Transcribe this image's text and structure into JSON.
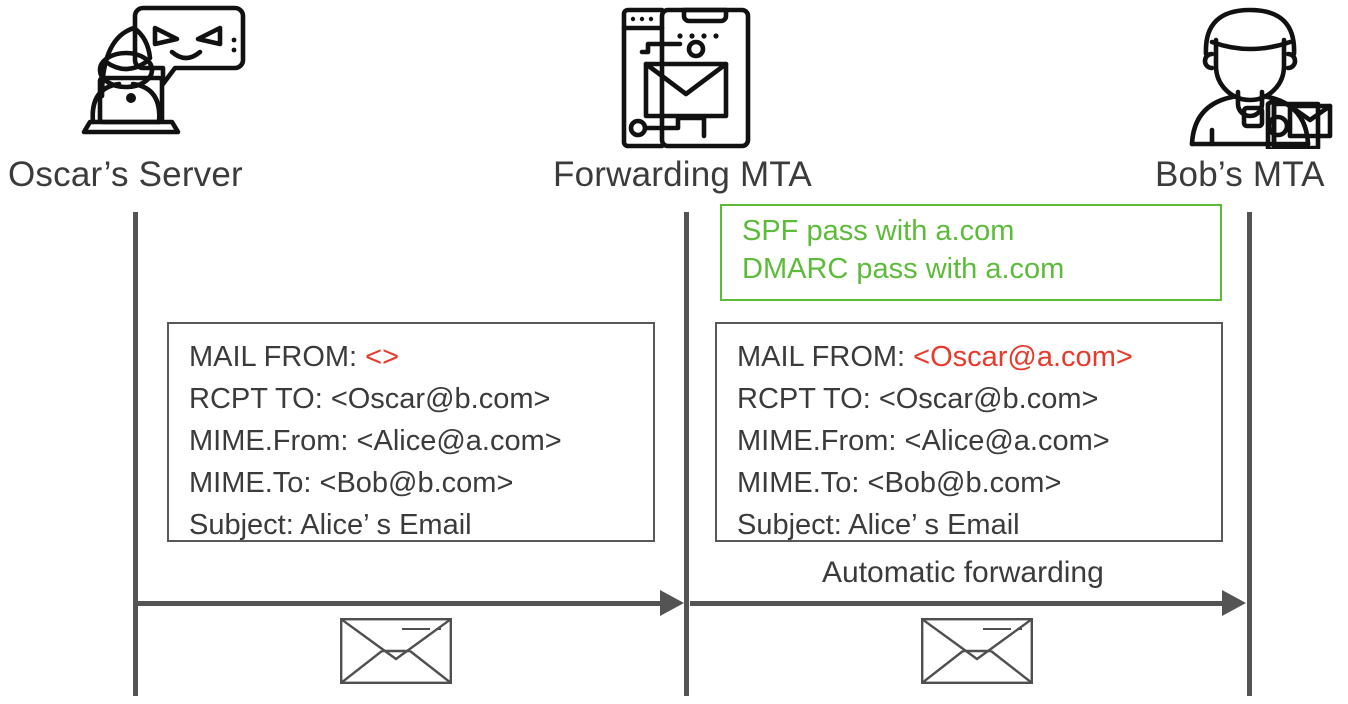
{
  "diagram": {
    "title_hidden": "",
    "colors": {
      "text": "#3b3b3b",
      "line": "#545454",
      "accent_red": "#e8392b",
      "accent_green": "#5cbc3a",
      "background": "#ffffff"
    }
  },
  "actors": [
    {
      "id": "oscar",
      "label": "Oscar’s Server",
      "icon": "hacker-with-laptop-icon"
    },
    {
      "id": "forwarder",
      "label": "Forwarding MTA",
      "icon": "server-envelope-icon"
    },
    {
      "id": "bob",
      "label": "Bob’s MTA",
      "icon": "person-with-mail-icon"
    }
  ],
  "messages": [
    {
      "id": "left-message",
      "lines": [
        {
          "label": "MAIL FROM: ",
          "value": "<>",
          "highlight": true
        },
        {
          "label": "RCPT TO: <Oscar@b.com>",
          "value": "",
          "highlight": false
        },
        {
          "label": "MIME.From: <Alice@a.com>",
          "value": "",
          "highlight": false
        },
        {
          "label": "MIME.To: <Bob@b.com>",
          "value": "",
          "highlight": false
        },
        {
          "label": "Subject: Alice’ s Email",
          "value": "",
          "highlight": false
        }
      ]
    },
    {
      "id": "right-message",
      "lines": [
        {
          "label": "MAIL FROM: ",
          "value": "<Oscar@a.com>",
          "highlight": true
        },
        {
          "label": "RCPT TO: <Oscar@b.com>",
          "value": "",
          "highlight": false
        },
        {
          "label": "MIME.From: <Alice@a.com>",
          "value": "",
          "highlight": false
        },
        {
          "label": "MIME.To: <Bob@b.com>",
          "value": "",
          "highlight": false
        },
        {
          "label": "Subject: Alice’ s Email",
          "value": "",
          "highlight": false
        }
      ]
    }
  ],
  "verdict": {
    "id": "auth-result-box",
    "lines": [
      "SPF pass with a.com",
      "DMARC pass with a.com"
    ]
  },
  "arrows": [
    {
      "id": "arrow-oscar-to-forwarder",
      "caption": ""
    },
    {
      "id": "arrow-forwarder-to-bob",
      "caption": "Automatic forwarding"
    }
  ],
  "envelopes": [
    {
      "id": "envelope-left",
      "name": "envelope-icon"
    },
    {
      "id": "envelope-right",
      "name": "envelope-icon"
    }
  ]
}
